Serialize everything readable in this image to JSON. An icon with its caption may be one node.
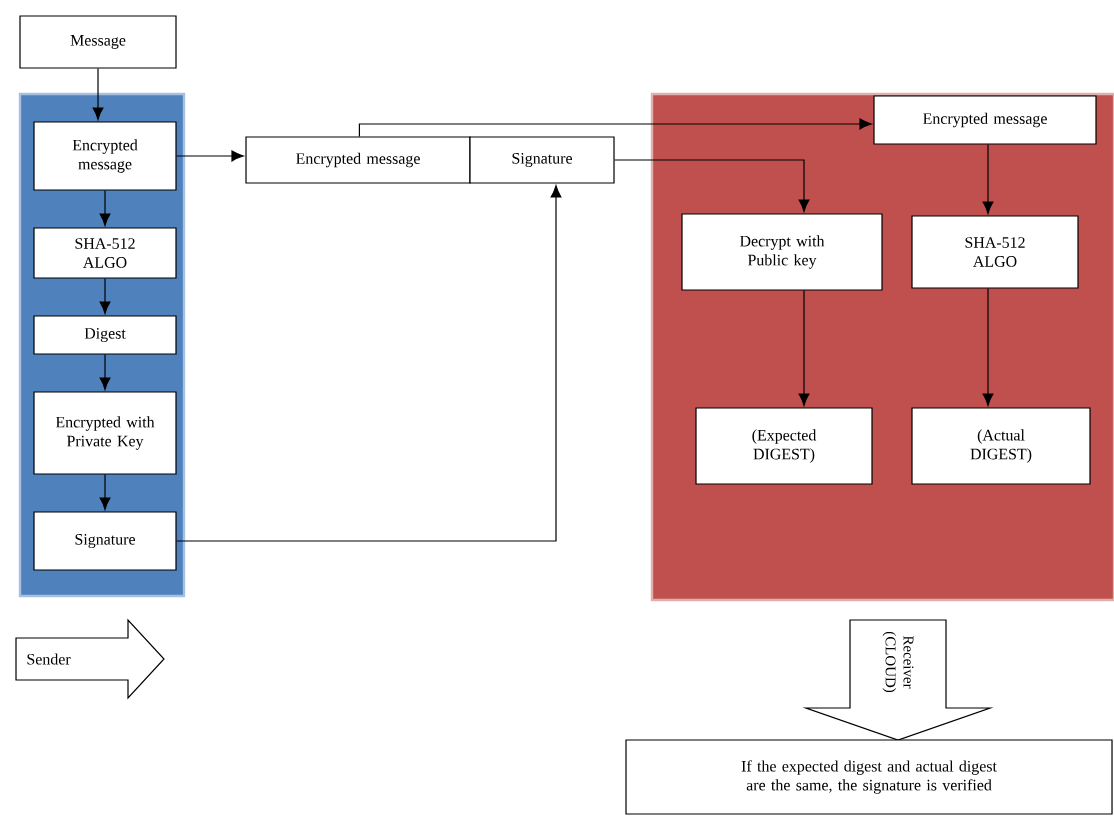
{
  "diagram": {
    "nodes": [
      {
        "text": [
          "Message"
        ]
      },
      {
        "text": [],
        "shape": "box"
      },
      {
        "text": [
          "Encrypted message"
        ],
        "in": 1
      },
      {
        "text": [
          "SHA-512 ALGO"
        ],
        "in": 1
      },
      {
        "text": [
          "Digest"
        ],
        "in": 1
      },
      {
        "text": [
          "Encrypted with Private Key"
        ],
        "in": 1
      },
      {
        "text": [
          "Signature"
        ],
        "in": 1
      },
      {
        "text": [
          "Encrypted message"
        ]
      },
      {
        "text": [
          "Signature"
        ]
      },
      {
        "text": [],
        "shape": "box"
      },
      {
        "text": [
          "Encrypted message"
        ],
        "in": 9
      },
      {
        "text": [
          "Decrypt with Public key"
        ],
        "in": 9
      },
      {
        "text": [
          "SHA-512 ALGO"
        ],
        "in": 9
      },
      {
        "text": [
          "(Expected DIGEST)"
        ],
        "in": 9
      },
      {
        "text": [
          "(Actual DIGEST)"
        ],
        "in": 9
      },
      {
        "text": [
          "Sender"
        ]
      },
      {
        "text": [
          "Receiver (CLOUD)"
        ]
      },
      {
        "text": [
          "If the expected digest and actual digest are the same, the signature is verified"
        ]
      }
    ],
    "edges": [
      {
        "from": 0,
        "to": 2,
        "arrow": "to"
      },
      {
        "from": 2,
        "to": 3,
        "arrow": "to"
      },
      {
        "from": 3,
        "to": 4,
        "arrow": "to"
      },
      {
        "from": 4,
        "to": 5,
        "arrow": "to"
      },
      {
        "from": 5,
        "to": 6,
        "arrow": "to"
      },
      {
        "from": 2,
        "to": 7,
        "arrow": "to"
      },
      {
        "from": 7,
        "to": 10,
        "arrow": "to"
      },
      {
        "from": 8,
        "to": 11,
        "arrow": "to"
      },
      {
        "from": 6,
        "to": 8,
        "arrow": "to"
      },
      {
        "from": 10,
        "to": 12,
        "arrow": "to"
      },
      {
        "from": 11,
        "to": 13,
        "arrow": "to"
      },
      {
        "from": 12,
        "to": 14,
        "arrow": "to"
      }
    ]
  }
}
